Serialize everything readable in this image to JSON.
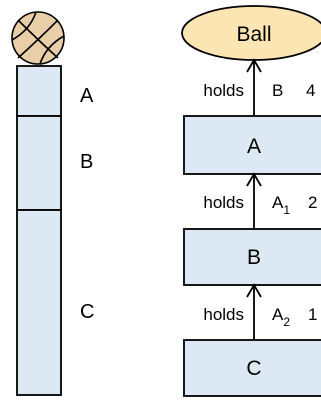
{
  "colors": {
    "box_fill": "#dce8f4",
    "ellipse_fill": "#fbe6b3",
    "ball_fill": "#e8cfa8",
    "stroke": "#000000"
  },
  "stack": {
    "segments": [
      {
        "name": "A"
      },
      {
        "name": "B"
      },
      {
        "name": "C"
      }
    ]
  },
  "graph": {
    "top": {
      "label": "Ball"
    },
    "nodes": [
      {
        "label": "A"
      },
      {
        "label": "B"
      },
      {
        "label": "C"
      }
    ],
    "edges": [
      {
        "relation": "holds",
        "object": "B",
        "sub": "",
        "count": "4"
      },
      {
        "relation": "holds",
        "object": "A",
        "sub": "1",
        "count": "2"
      },
      {
        "relation": "holds",
        "object": "A",
        "sub": "2",
        "count": "1"
      }
    ]
  },
  "icons": [
    "basketball-icon"
  ]
}
